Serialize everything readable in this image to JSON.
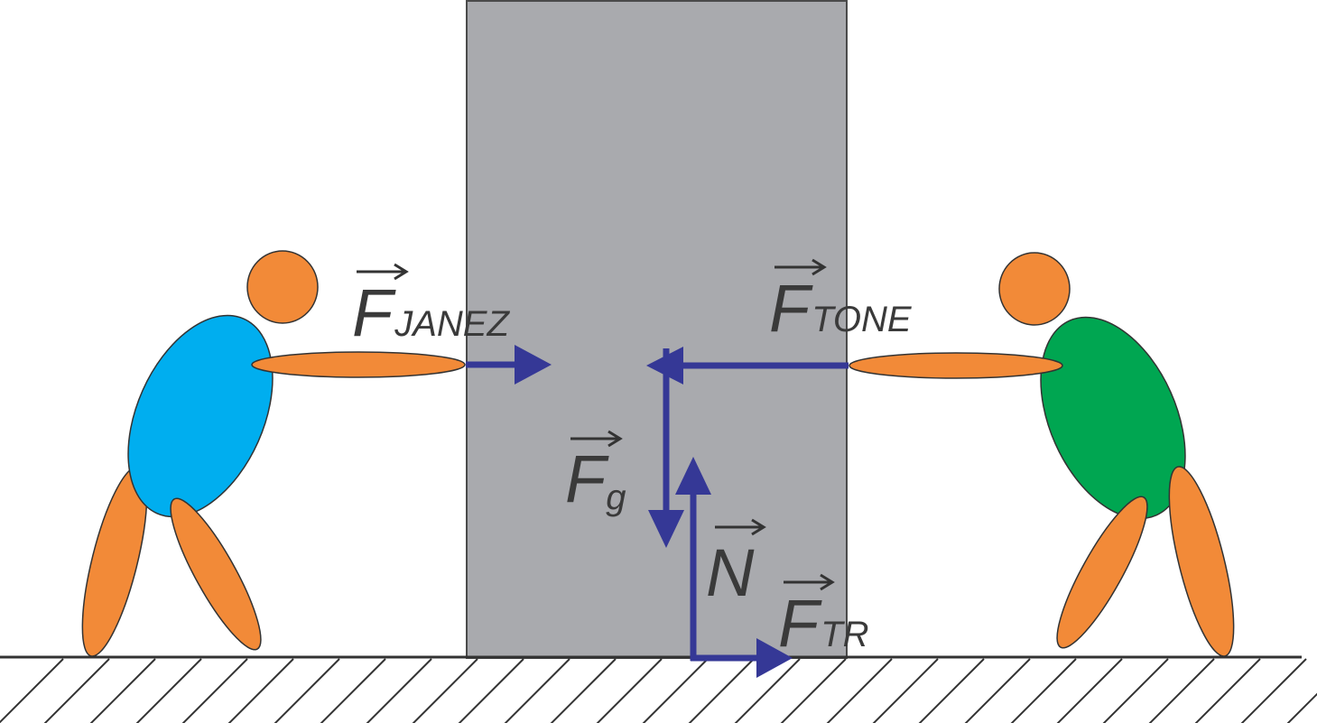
{
  "colors": {
    "background": "#ffffff",
    "box": "#a9aaae",
    "box_stroke": "#4a4a4a",
    "arrow": "#353896",
    "skin": "#f28a38",
    "person_left_body": "#00aeef",
    "person_right_body": "#00a651",
    "ground": "#333333",
    "label_text": "#3a3a3a"
  },
  "labels": {
    "f_janez": {
      "main": "F",
      "sub": "JANEZ"
    },
    "f_tone": {
      "main": "F",
      "sub": "TONE"
    },
    "f_g": {
      "main": "F",
      "sub": "g"
    },
    "n": {
      "main": "N",
      "sub": ""
    },
    "f_tr": {
      "main": "F",
      "sub": "TR"
    }
  },
  "icons": {
    "left_person": "pushing-person-icon",
    "right_person": "pushing-person-icon",
    "box": "box-shape",
    "ground": "hatched-ground"
  }
}
